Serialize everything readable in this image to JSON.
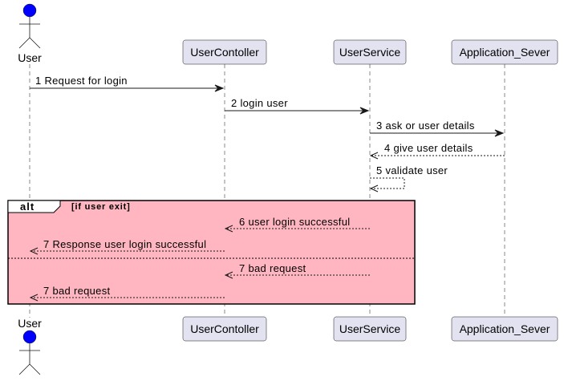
{
  "participants": [
    {
      "id": "user",
      "label": "User",
      "kind": "actor"
    },
    {
      "id": "controller",
      "label": "UserContoller",
      "kind": "participant"
    },
    {
      "id": "service",
      "label": "UserService",
      "kind": "participant"
    },
    {
      "id": "server",
      "label": "Application_Sever",
      "kind": "participant"
    }
  ],
  "messages": [
    {
      "num": "1",
      "text": "Request for login",
      "from": "user",
      "to": "controller",
      "style": "solid"
    },
    {
      "num": "2",
      "text": "login user",
      "from": "controller",
      "to": "service",
      "style": "solid"
    },
    {
      "num": "3",
      "text": "ask or user details",
      "from": "service",
      "to": "server",
      "style": "solid"
    },
    {
      "num": "4",
      "text": "give user details",
      "from": "server",
      "to": "service",
      "style": "dotted"
    },
    {
      "num": "5",
      "text": "validate user",
      "from": "service",
      "to": "service",
      "style": "dotted"
    },
    {
      "num": "6",
      "text": "user login successful",
      "from": "service",
      "to": "controller",
      "style": "dotted"
    },
    {
      "num": "7",
      "text": "Response user login successful",
      "from": "controller",
      "to": "user",
      "style": "dotted"
    },
    {
      "num": "7",
      "text": "bad request",
      "from": "service",
      "to": "controller",
      "style": "dotted"
    },
    {
      "num": "7",
      "text": "bad request",
      "from": "controller",
      "to": "user",
      "style": "dotted"
    }
  ],
  "fragment": {
    "operator": "alt",
    "guard": "[if user exit]"
  },
  "colors": {
    "actor_head": "#0000ff",
    "participant_fill": "#e2e2f0",
    "fragment_fill": "#ffb6c1"
  }
}
